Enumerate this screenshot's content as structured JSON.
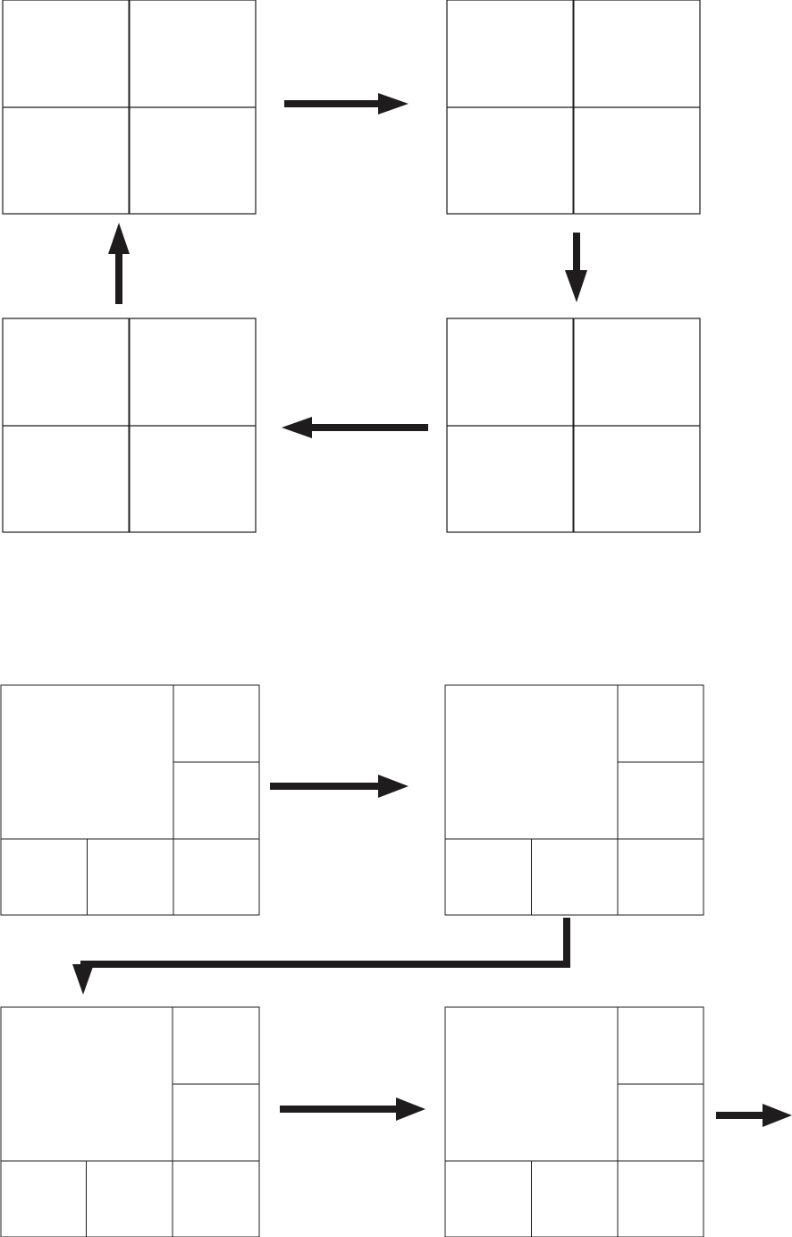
{
  "diagram": {
    "colors": {
      "background": "#ffffff",
      "line": "#1f1c1d",
      "arrow": "#1f1c1d"
    },
    "top_cycle": {
      "panels": [
        {
          "id": "top-left",
          "layout": "2x2-grid"
        },
        {
          "id": "top-right",
          "layout": "2x2-grid"
        },
        {
          "id": "bottom-right",
          "layout": "2x2-grid"
        },
        {
          "id": "bottom-left",
          "layout": "2x2-grid"
        }
      ],
      "arrows": [
        {
          "from": "top-left",
          "to": "top-right",
          "direction": "right"
        },
        {
          "from": "top-right",
          "to": "bottom-right",
          "direction": "down"
        },
        {
          "from": "bottom-right",
          "to": "bottom-left",
          "direction": "left"
        },
        {
          "from": "bottom-left",
          "to": "top-left",
          "direction": "up"
        }
      ]
    },
    "bottom_sequence": {
      "panels": [
        {
          "id": "seq-1",
          "layout": "large-block-plus-5-cells"
        },
        {
          "id": "seq-2",
          "layout": "large-block-plus-5-cells"
        },
        {
          "id": "seq-3",
          "layout": "large-block-plus-5-cells"
        },
        {
          "id": "seq-4",
          "layout": "large-block-plus-5-cells"
        }
      ],
      "arrows": [
        {
          "from": "seq-1",
          "to": "seq-2",
          "direction": "right"
        },
        {
          "from": "seq-2",
          "to": "seq-3",
          "direction": "down-left-down"
        },
        {
          "from": "seq-3",
          "to": "seq-4",
          "direction": "right"
        },
        {
          "from": "seq-4",
          "to": "next",
          "direction": "right"
        }
      ]
    }
  }
}
